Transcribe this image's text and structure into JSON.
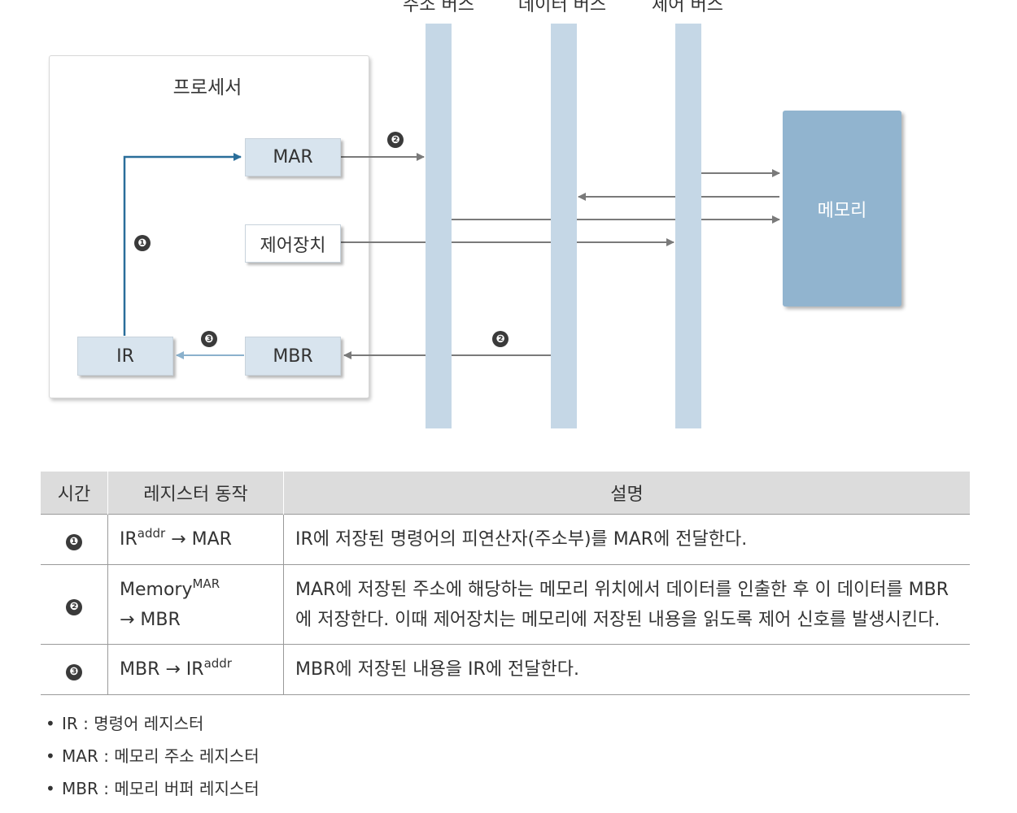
{
  "buses": {
    "address": "주소 버스",
    "data": "데이터 버스",
    "control": "제어 버스"
  },
  "processor": {
    "title": "프로세서",
    "mar": "MAR",
    "control_unit": "제어장치",
    "ir": "IR",
    "mbr": "MBR"
  },
  "memory": {
    "label": "메모리"
  },
  "steps": {
    "one": "❶",
    "two": "❷",
    "three": "❸"
  },
  "table": {
    "headers": {
      "time": "시간",
      "op": "레지스터 동작",
      "desc": "설명"
    },
    "rows": [
      {
        "num": "❶",
        "op_a": "IR",
        "op_a_sup": "addr",
        "op_b": " → MAR",
        "desc_1": "IR에 저장된 명령어의 피연산자(주소부)를 MAR에 전달한다.",
        "desc_2": ""
      },
      {
        "num": "❷",
        "op_a": "Memory",
        "op_a_sup": "MAR",
        "op_b": "→ MBR",
        "desc_1": "MAR에 저장된 주소에 해당하는 메모리 위치에서 데이터를 인출한 후 이 데이터를 MBR",
        "desc_2": "에 저장한다. 이때 제어장치는 메모리에 저장된 내용을 읽도록 제어 신호를 발생시킨다."
      },
      {
        "num": "❸",
        "op_a": "MBR → IR",
        "op_a_sup": "addr",
        "op_b": "",
        "desc_1": "MBR에 저장된 내용을 IR에 전달한다.",
        "desc_2": ""
      }
    ]
  },
  "legend": [
    "IR : 명령어 레지스터",
    "MAR : 메모리 주소 레지스터",
    "MBR : 메모리 버퍼 레지스터"
  ],
  "colors": {
    "bus": "#c5d7e6",
    "memory": "#91b4cf",
    "blue_arrow": "#2a6e9a",
    "gray_arrow": "#7a7a7a"
  }
}
